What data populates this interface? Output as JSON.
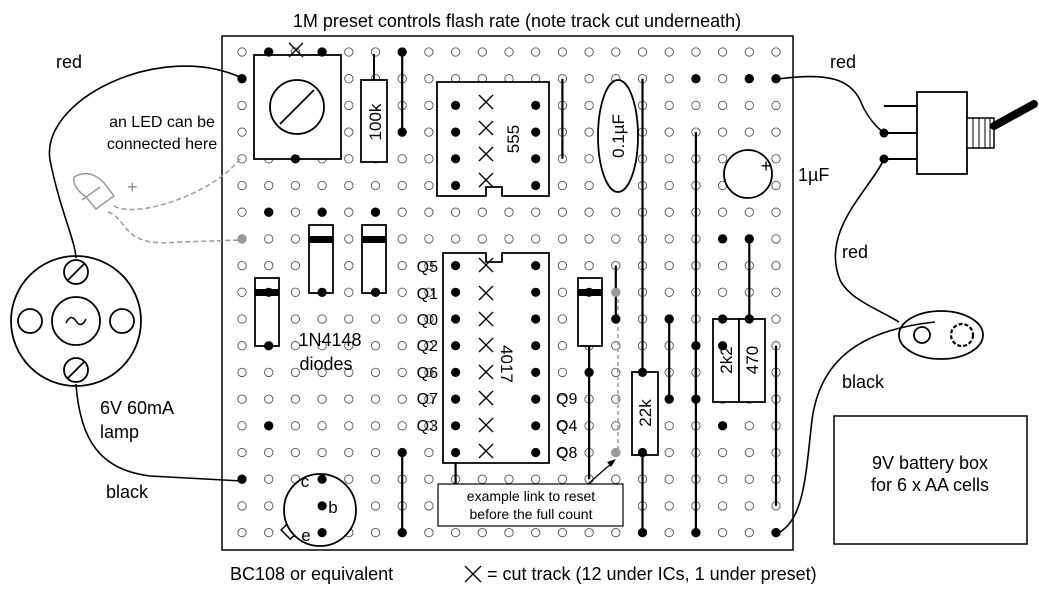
{
  "header": {
    "caption": "1M preset controls flash rate (note track cut underneath)"
  },
  "labels": {
    "red_left": "red",
    "led_note_line1": "an LED can be",
    "led_note_line2": "connected here",
    "led_plus": "+",
    "lamp_line1": "6V 60mA",
    "lamp_line2": "lamp",
    "black_left": "black",
    "diodes_line1": "1N4148",
    "diodes_line2": "diodes",
    "red_right_top": "red",
    "cap_1uf": "1µF",
    "cap_plus": "+",
    "red_right_mid": "red",
    "black_right": "black",
    "battery_line1": "9V battery box",
    "battery_line2": "for 6 x AA cells",
    "reset_note_line1": "example link to reset",
    "reset_note_line2": "before the full count",
    "transistor_caption": "BC108 or equivalent",
    "cut_legend": "= cut track (12 under ICs, 1 under preset)"
  },
  "components": {
    "r_100k": "100k",
    "ic_555": "555",
    "cap_01uf": "0.1µF",
    "ic_4017": "4017",
    "r_22k": "22k",
    "r_2k2": "2k2",
    "r_470": "470"
  },
  "transistor_pins": {
    "c": "c",
    "b": "b",
    "e": "e"
  },
  "q_outputs_left": [
    "Q5",
    "Q1",
    "Q0",
    "Q2",
    "Q6",
    "Q7",
    "Q3"
  ],
  "q_outputs_right": [
    "Q9",
    "Q4",
    "Q8"
  ]
}
